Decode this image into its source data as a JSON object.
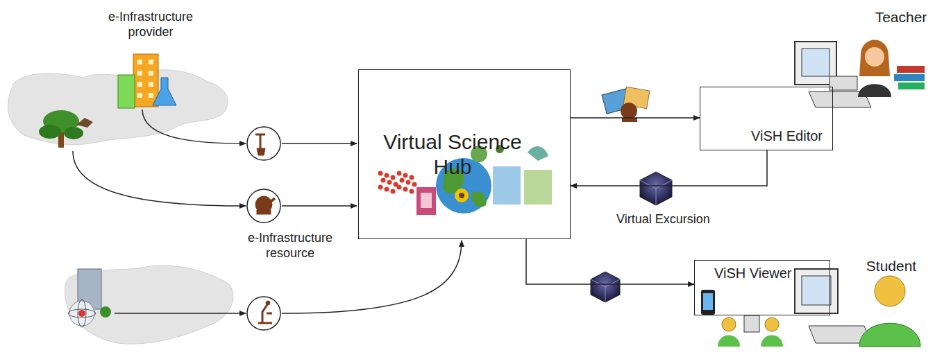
{
  "diagram": {
    "nodes": [
      {
        "text": [
          "Virtual Science Hub"
        ]
      },
      {
        "text": [
          "ViSH Editor"
        ]
      },
      {
        "text": [
          "ViSH Viewer"
        ]
      }
    ],
    "edges": [
      {
        "from": 0,
        "to": 1,
        "arrow": "to"
      },
      {
        "from": 1,
        "to": 0,
        "label": "Virtual Excursion",
        "arrow": "to"
      },
      {
        "from": 0,
        "to": 2,
        "arrow": "to"
      }
    ],
    "labels": [
      "e-Infrastructure provider",
      "e-Infrastructure resource",
      "Teacher",
      "Student"
    ]
  }
}
